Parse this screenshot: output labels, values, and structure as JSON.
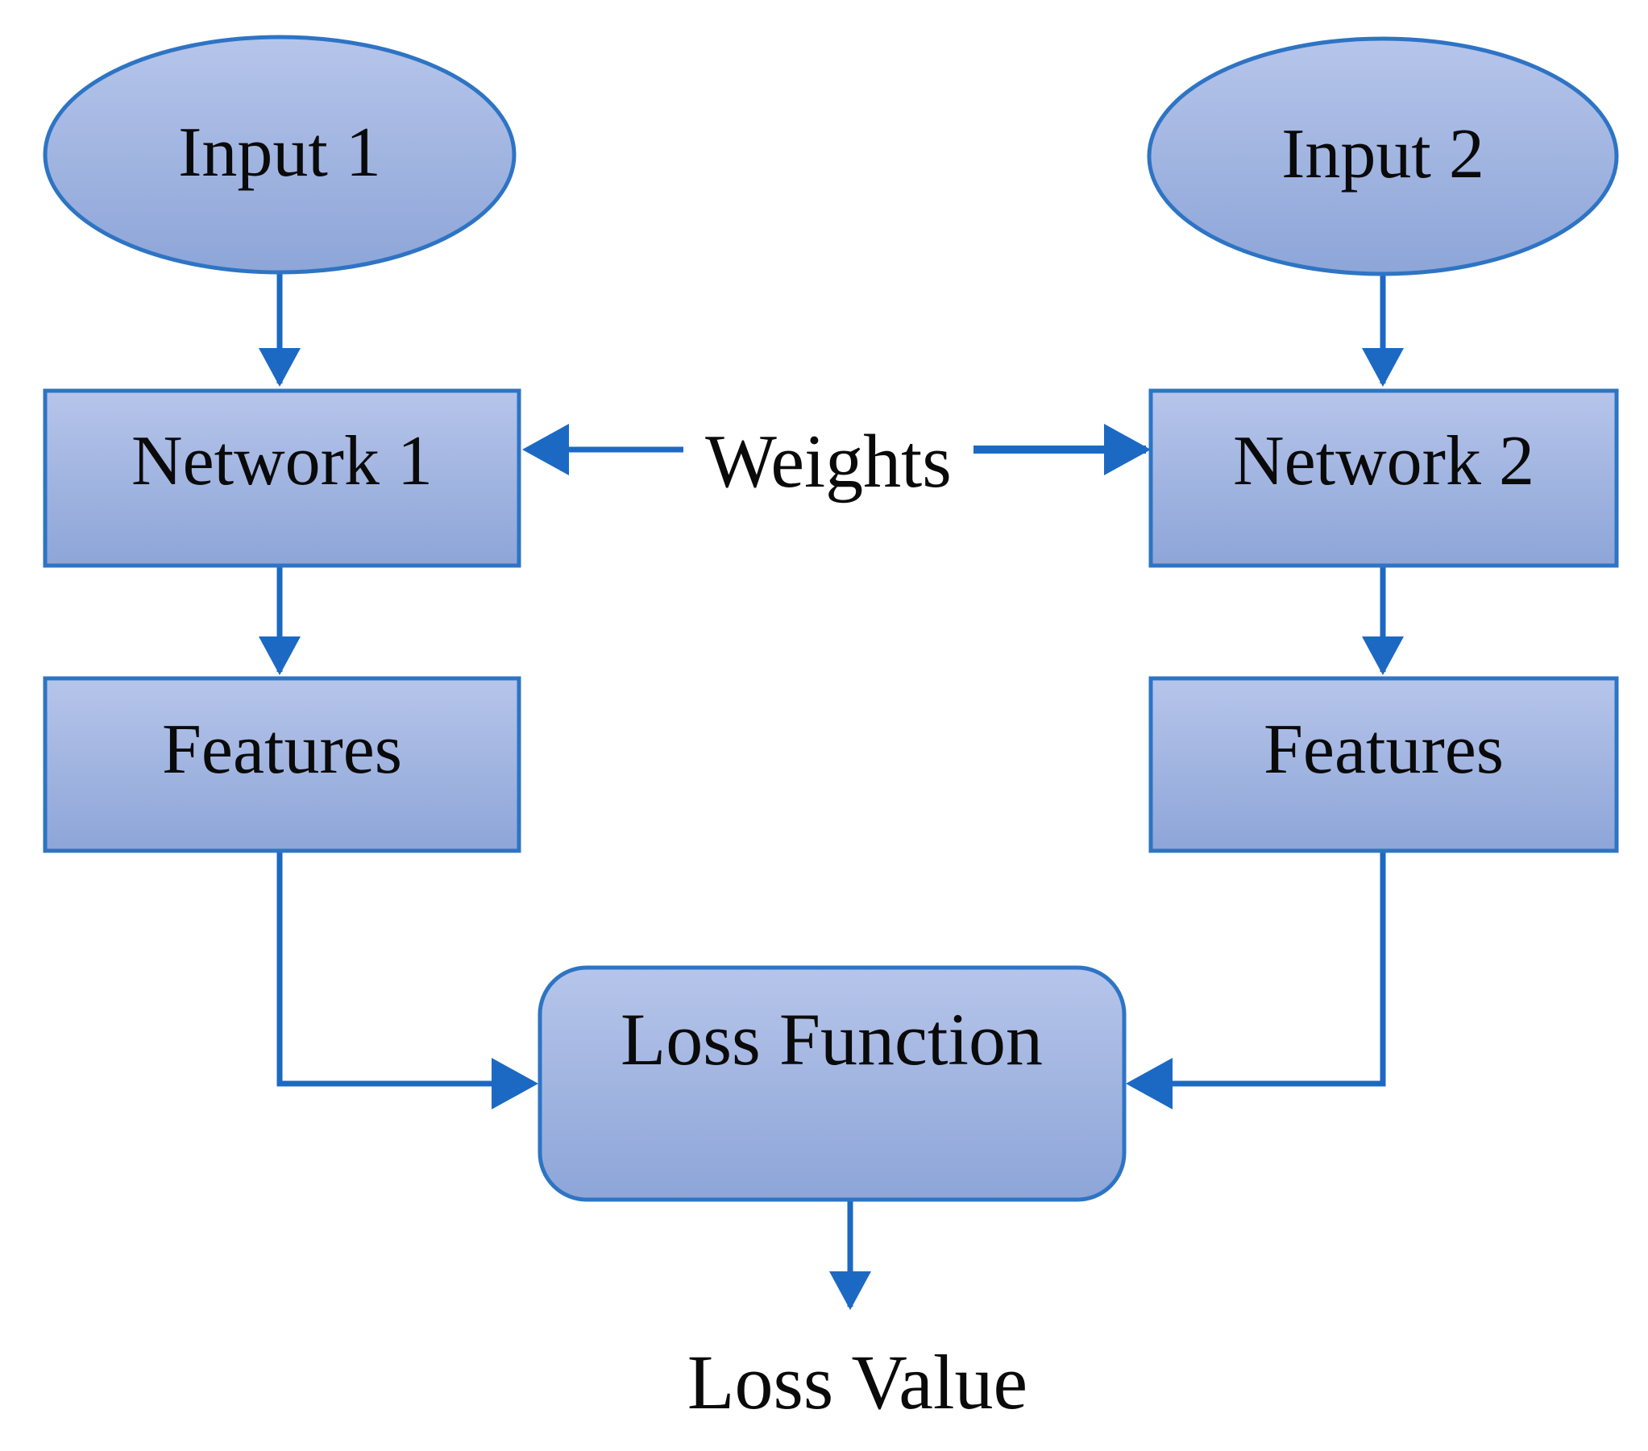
{
  "diagram": {
    "type": "flowchart",
    "nodes": {
      "input1": {
        "label": "Input 1",
        "shape": "ellipse"
      },
      "input2": {
        "label": "Input 2",
        "shape": "ellipse"
      },
      "network1": {
        "label": "Network 1",
        "shape": "rect"
      },
      "network2": {
        "label": "Network 2",
        "shape": "rect"
      },
      "features1": {
        "label": "Features",
        "shape": "rect"
      },
      "features2": {
        "label": "Features",
        "shape": "rect"
      },
      "weights": {
        "label": "Weights",
        "shape": "floating-text"
      },
      "loss_function": {
        "label": "Loss Function",
        "shape": "rounded-rect"
      },
      "loss_value": {
        "label": "Loss Value",
        "shape": "floating-text"
      }
    },
    "connections": [
      {
        "from": "Input 1",
        "to": "Network 1"
      },
      {
        "from": "Input 2",
        "to": "Network 2"
      },
      {
        "from": "Weights",
        "to": "Network 1"
      },
      {
        "from": "Weights",
        "to": "Network 2"
      },
      {
        "from": "Network 1",
        "to": "Features (left)"
      },
      {
        "from": "Network 2",
        "to": "Features (right)"
      },
      {
        "from": "Features (left)",
        "to": "Loss Function"
      },
      {
        "from": "Features (right)",
        "to": "Loss Function"
      },
      {
        "from": "Loss Function",
        "to": "Loss Value"
      }
    ],
    "colors": {
      "background": "#ffffff",
      "node_fill_top": "#b6c5ea",
      "node_fill_bottom": "#8da5d8",
      "node_border": "#2e74c4",
      "arrow": "#1c69c4",
      "text": "#0a0a0a"
    }
  }
}
